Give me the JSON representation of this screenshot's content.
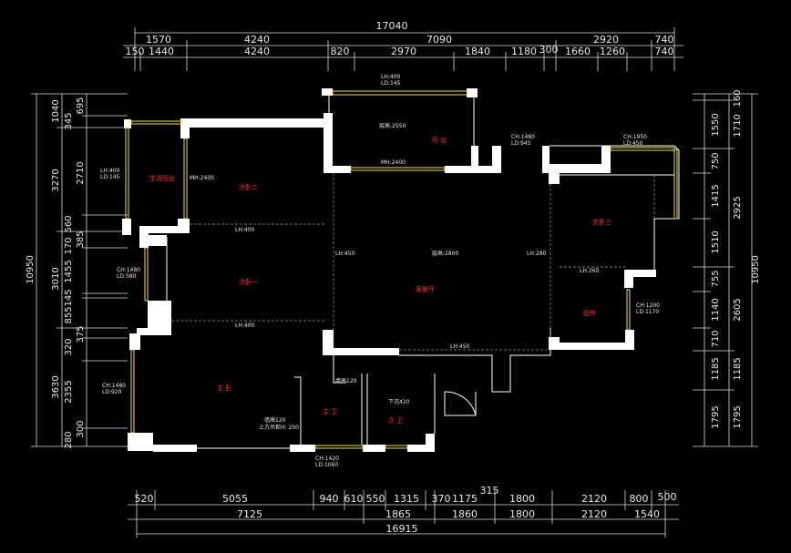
{
  "dims": {
    "top_total": "17040",
    "top_row1": [
      "1570",
      "4240",
      "7090",
      "2920",
      "740"
    ],
    "top_row2": [
      "150",
      "1440",
      "4240",
      "820",
      "2970",
      "1840",
      "1180",
      "300",
      "1660",
      "1260",
      "740"
    ],
    "bottom_row1": [
      "520",
      "5055",
      "940",
      "610",
      "550",
      "1315",
      "370",
      "1175",
      "1800",
      "2120",
      "800",
      "500"
    ],
    "bottom_extra": "315",
    "bottom_row2": [
      "7125",
      "1865",
      "1860",
      "1800",
      "2120",
      "1540"
    ],
    "bottom_total": "16915",
    "left_total": "10950",
    "left_col1": [
      "1040",
      "3270",
      "3010",
      "3630"
    ],
    "left_col2": [
      "695",
      "345",
      "2710",
      "560",
      "170",
      "385",
      "1455",
      "145",
      "855",
      "375",
      "320",
      "2355",
      "300",
      "280"
    ],
    "right_total": "10950",
    "right_col1": [
      "160",
      "1710",
      "2925",
      "2605",
      "1185",
      "1795"
    ],
    "right_col2": [
      "1550",
      "750",
      "1415",
      "1510",
      "755",
      "1140",
      "710",
      "1185",
      "1795"
    ]
  },
  "rooms": {
    "balcony": "阳 台",
    "balcony_ceiling": "层高:2550",
    "sun_balcony": "生活阳台",
    "bedroom2": "次卧二",
    "bedroom1": "次卧一",
    "bedroom3": "次卧三",
    "living": "客餐厅",
    "living_ceiling": "层高:2800",
    "kitchen": "厨房",
    "master": "主 卧",
    "master_bath": "主 卫",
    "bath2": "次 卫"
  },
  "notes": {
    "top_win": [
      "LH:400",
      "LD:145"
    ],
    "left_win": [
      "LH:400",
      "LD:145"
    ],
    "mh1": "MH:2400",
    "mh2": "MH:2400",
    "ch_940": [
      "CH:1480",
      "LD:945"
    ],
    "ch_450": [
      "CH:1950",
      "LD:450"
    ],
    "lh400a": "LH:400",
    "lh400b": "LH:400",
    "lh450a": "LH:450",
    "lh280": "LH:280",
    "lh260": "LH:260",
    "lh450b": "LH:450",
    "ch_580": [
      "CH:1480",
      "LD:580"
    ],
    "ch_1170": [
      "CH:1200",
      "LD:1170"
    ],
    "ch_920": [
      "CH:1480",
      "LD:920"
    ],
    "ch_1060": [
      "CH:1420",
      "LD:1060"
    ],
    "wall_h1": "墙高120",
    "wall_h2": "墙高120",
    "above": "上方吊柜H: 200",
    "sunken": "下沉420"
  },
  "colors": {
    "background": "#000000",
    "wall": "#ffffff",
    "window": "#f0e24a",
    "room_label": "#ff3030"
  }
}
